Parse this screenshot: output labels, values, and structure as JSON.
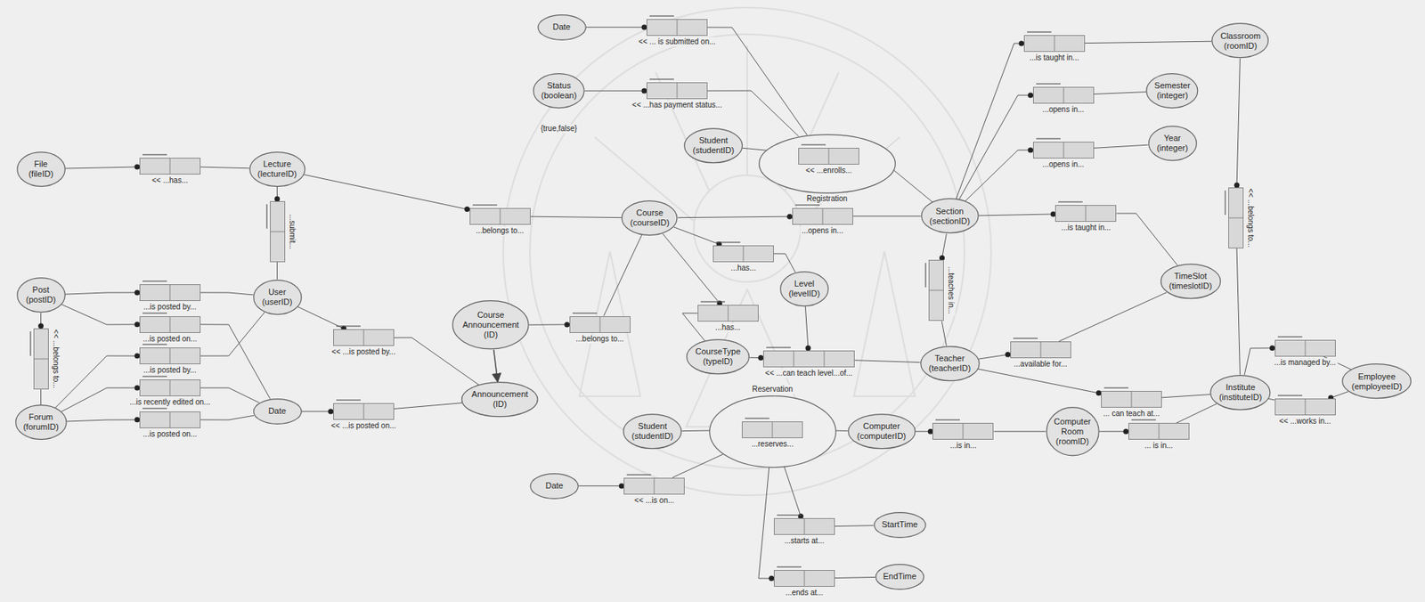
{
  "diagram": {
    "nodes": [
      {
        "text": [
          "File (fileID)"
        ]
      },
      {
        "text": [
          "<< ...has..."
        ]
      },
      {
        "text": [
          "Lecture (lectureID)"
        ]
      },
      {
        "text": [
          "...submit..."
        ]
      },
      {
        "text": [
          "Post (postID)"
        ]
      },
      {
        "text": [
          "<< ...belongs to..."
        ]
      },
      {
        "text": [
          "Forum (forumID)"
        ]
      },
      {
        "text": [
          "...is posted by..."
        ]
      },
      {
        "text": [
          "...is posted on..."
        ]
      },
      {
        "text": [
          "...is posted by..."
        ]
      },
      {
        "text": [
          "...is recently edited on..."
        ]
      },
      {
        "text": [
          "...is posted on..."
        ]
      },
      {
        "text": [
          "User (userID)"
        ]
      },
      {
        "text": [
          "Date"
        ]
      },
      {
        "text": [
          "<< ...is posted by..."
        ]
      },
      {
        "text": [
          "<< ...is posted on..."
        ]
      },
      {
        "text": [
          "...belongs to..."
        ]
      },
      {
        "text": [
          "Course Announcement (ID)"
        ]
      },
      {
        "text": [
          "Announcement (ID)"
        ]
      },
      {
        "text": [
          "...belongs to..."
        ]
      },
      {
        "text": [
          "Date"
        ]
      },
      {
        "text": [
          "<< ... is submitted on..."
        ]
      },
      {
        "text": [
          "Status (boolean)"
        ]
      },
      {
        "text": [
          "<< ...has payment status..."
        ]
      },
      {
        "text": [
          "Course (courseID)"
        ]
      },
      {
        "text": [
          "Student (studentID)"
        ]
      },
      {
        "text": [
          "Registration"
        ]
      },
      {
        "text": [
          "<< ...enrolls..."
        ],
        "in": 26
      },
      {
        "text": [
          "...has..."
        ]
      },
      {
        "text": [
          "...has..."
        ]
      },
      {
        "text": [
          "Level (levelID)"
        ]
      },
      {
        "text": [
          "CourseType (typeID)"
        ]
      },
      {
        "text": [
          "<< ...can teach level...of..."
        ]
      },
      {
        "text": [
          "...opens in..."
        ]
      },
      {
        "text": [
          "Section (sectionID)"
        ]
      },
      {
        "text": [
          "...teaches in..."
        ]
      },
      {
        "text": [
          "Teacher (teacherID)"
        ]
      },
      {
        "text": [
          "...is taught in..."
        ]
      },
      {
        "text": [
          "...opens in..."
        ]
      },
      {
        "text": [
          "...opens in..."
        ]
      },
      {
        "text": [
          "...is taught in..."
        ]
      },
      {
        "text": [
          "...available for..."
        ]
      },
      {
        "text": [
          "Classroom (roomID)"
        ]
      },
      {
        "text": [
          "Semester (integer)"
        ]
      },
      {
        "text": [
          "Year (integer)"
        ]
      },
      {
        "text": [
          "TimeSlot (timeslotID)"
        ]
      },
      {
        "text": [
          "<< ...belongs to..."
        ]
      },
      {
        "text": [
          "... can teach at..."
        ]
      },
      {
        "text": [
          "Institute (instituteID)"
        ]
      },
      {
        "text": [
          "...is managed by..."
        ]
      },
      {
        "text": [
          "<< ...works in..."
        ]
      },
      {
        "text": [
          "Employee (employeeID)"
        ]
      },
      {
        "text": [
          "Student (studentID)"
        ]
      },
      {
        "text": [
          "Reservation"
        ]
      },
      {
        "text": [
          "...reserves..."
        ],
        "in": 53
      },
      {
        "text": [
          "Computer (computerID)"
        ]
      },
      {
        "text": [
          "...is in..."
        ]
      },
      {
        "text": [
          "Computer Room (roomID)"
        ]
      },
      {
        "text": [
          "... is in..."
        ]
      },
      {
        "text": [
          "Date"
        ]
      },
      {
        "text": [
          "<< ...is on..."
        ]
      },
      {
        "text": [
          "...starts at..."
        ]
      },
      {
        "text": [
          "StartTime"
        ]
      },
      {
        "text": [
          "...ends at..."
        ]
      },
      {
        "text": [
          "EndTime"
        ]
      }
    ],
    "edges": [
      {
        "from": 0,
        "to": 1,
        "arrow": "none"
      },
      {
        "from": 1,
        "to": 2,
        "arrow": "none"
      },
      {
        "from": 2,
        "to": 3,
        "arrow": "none"
      },
      {
        "from": 3,
        "to": 12,
        "arrow": "none"
      },
      {
        "from": 4,
        "to": 5,
        "arrow": "none"
      },
      {
        "from": 5,
        "to": 6,
        "arrow": "none"
      },
      {
        "from": 4,
        "to": 7,
        "arrow": "none"
      },
      {
        "from": 7,
        "to": 12,
        "arrow": "none"
      },
      {
        "from": 4,
        "to": 8,
        "arrow": "none"
      },
      {
        "from": 8,
        "to": 13,
        "arrow": "none"
      },
      {
        "from": 6,
        "to": 9,
        "arrow": "none"
      },
      {
        "from": 9,
        "to": 12,
        "arrow": "none"
      },
      {
        "from": 6,
        "to": 10,
        "arrow": "none"
      },
      {
        "from": 10,
        "to": 13,
        "arrow": "none"
      },
      {
        "from": 6,
        "to": 11,
        "arrow": "none"
      },
      {
        "from": 11,
        "to": 13,
        "arrow": "none"
      },
      {
        "from": 12,
        "to": 14,
        "arrow": "none"
      },
      {
        "from": 14,
        "to": 18,
        "arrow": "none"
      },
      {
        "from": 13,
        "to": 15,
        "arrow": "none"
      },
      {
        "from": 15,
        "to": 18,
        "arrow": "none"
      },
      {
        "from": 2,
        "to": 16,
        "arrow": "none"
      },
      {
        "from": 16,
        "to": 24,
        "arrow": "none"
      },
      {
        "from": 17,
        "to": 18,
        "arrow": "to"
      },
      {
        "from": 17,
        "to": 19,
        "arrow": "none"
      },
      {
        "from": 19,
        "to": 24,
        "arrow": "none"
      },
      {
        "from": 20,
        "to": 21,
        "arrow": "none"
      },
      {
        "from": 21,
        "to": 26,
        "arrow": "none"
      },
      {
        "from": 22,
        "to": 23,
        "arrow": "none"
      },
      {
        "from": 23,
        "to": 26,
        "arrow": "none"
      },
      {
        "from": 25,
        "to": 27,
        "arrow": "none"
      },
      {
        "from": 27,
        "to": 34,
        "arrow": "none"
      },
      {
        "from": 24,
        "to": 28,
        "arrow": "none"
      },
      {
        "from": 28,
        "to": 30,
        "arrow": "none"
      },
      {
        "from": 24,
        "to": 29,
        "arrow": "none"
      },
      {
        "from": 29,
        "to": 31,
        "arrow": "none"
      },
      {
        "from": 31,
        "to": 32,
        "arrow": "none"
      },
      {
        "from": 30,
        "to": 32,
        "arrow": "none"
      },
      {
        "from": 32,
        "to": 36,
        "arrow": "none"
      },
      {
        "from": 24,
        "to": 33,
        "arrow": "none"
      },
      {
        "from": 33,
        "to": 34,
        "arrow": "none"
      },
      {
        "from": 34,
        "to": 35,
        "arrow": "none"
      },
      {
        "from": 35,
        "to": 36,
        "arrow": "none"
      },
      {
        "from": 34,
        "to": 37,
        "arrow": "none"
      },
      {
        "from": 37,
        "to": 42,
        "arrow": "none"
      },
      {
        "from": 34,
        "to": 38,
        "arrow": "none"
      },
      {
        "from": 38,
        "to": 43,
        "arrow": "none"
      },
      {
        "from": 34,
        "to": 39,
        "arrow": "none"
      },
      {
        "from": 39,
        "to": 44,
        "arrow": "none"
      },
      {
        "from": 34,
        "to": 40,
        "arrow": "none"
      },
      {
        "from": 40,
        "to": 45,
        "arrow": "none"
      },
      {
        "from": 36,
        "to": 41,
        "arrow": "none"
      },
      {
        "from": 41,
        "to": 45,
        "arrow": "none"
      },
      {
        "from": 42,
        "to": 46,
        "arrow": "none"
      },
      {
        "from": 46,
        "to": 48,
        "arrow": "none"
      },
      {
        "from": 36,
        "to": 47,
        "arrow": "none"
      },
      {
        "from": 47,
        "to": 48,
        "arrow": "none"
      },
      {
        "from": 48,
        "to": 49,
        "arrow": "none"
      },
      {
        "from": 49,
        "to": 51,
        "arrow": "none"
      },
      {
        "from": 51,
        "to": 50,
        "arrow": "none"
      },
      {
        "from": 50,
        "to": 48,
        "arrow": "none"
      },
      {
        "from": 52,
        "to": 54,
        "arrow": "none"
      },
      {
        "from": 54,
        "to": 55,
        "arrow": "none"
      },
      {
        "from": 55,
        "to": 56,
        "arrow": "none"
      },
      {
        "from": 56,
        "to": 57,
        "arrow": "none"
      },
      {
        "from": 57,
        "to": 58,
        "arrow": "none"
      },
      {
        "from": 58,
        "to": 48,
        "arrow": "none"
      },
      {
        "from": 59,
        "to": 60,
        "arrow": "none"
      },
      {
        "from": 60,
        "to": 53,
        "arrow": "none"
      },
      {
        "from": 53,
        "to": 61,
        "arrow": "none"
      },
      {
        "from": 61,
        "to": 62,
        "arrow": "none"
      },
      {
        "from": 53,
        "to": 63,
        "arrow": "none"
      },
      {
        "from": 63,
        "to": 64,
        "arrow": "none"
      }
    ],
    "labels": [
      "{true,false}"
    ]
  }
}
